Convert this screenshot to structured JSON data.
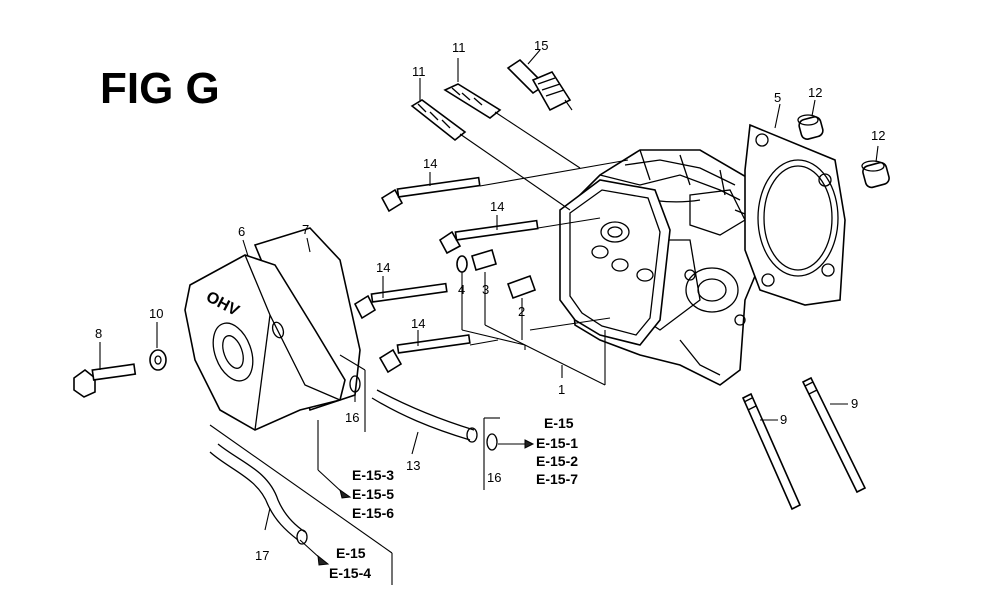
{
  "figure": {
    "title": "FIG G"
  },
  "callouts": {
    "c1": "1",
    "c2": "2",
    "c3": "3",
    "c4": "4",
    "c5": "5",
    "c6": "6",
    "c7": "7",
    "c8": "8",
    "c9a": "9",
    "c9b": "9",
    "c10": "10",
    "c11a": "11",
    "c11b": "11",
    "c12a": "12",
    "c12b": "12",
    "c13": "13",
    "c14a": "14",
    "c14b": "14",
    "c14c": "14",
    "c14d": "14",
    "c15": "15",
    "c16a": "16",
    "c16b": "16",
    "c17": "17"
  },
  "references": {
    "group_a": [
      "E-15",
      "E-15-1",
      "E-15-2",
      "E-15-7"
    ],
    "group_b": [
      "E-15-3",
      "E-15-5",
      "E-15-6"
    ],
    "group_c": [
      "E-15",
      "E-15-4"
    ]
  },
  "emblem": {
    "text": "OHV"
  }
}
